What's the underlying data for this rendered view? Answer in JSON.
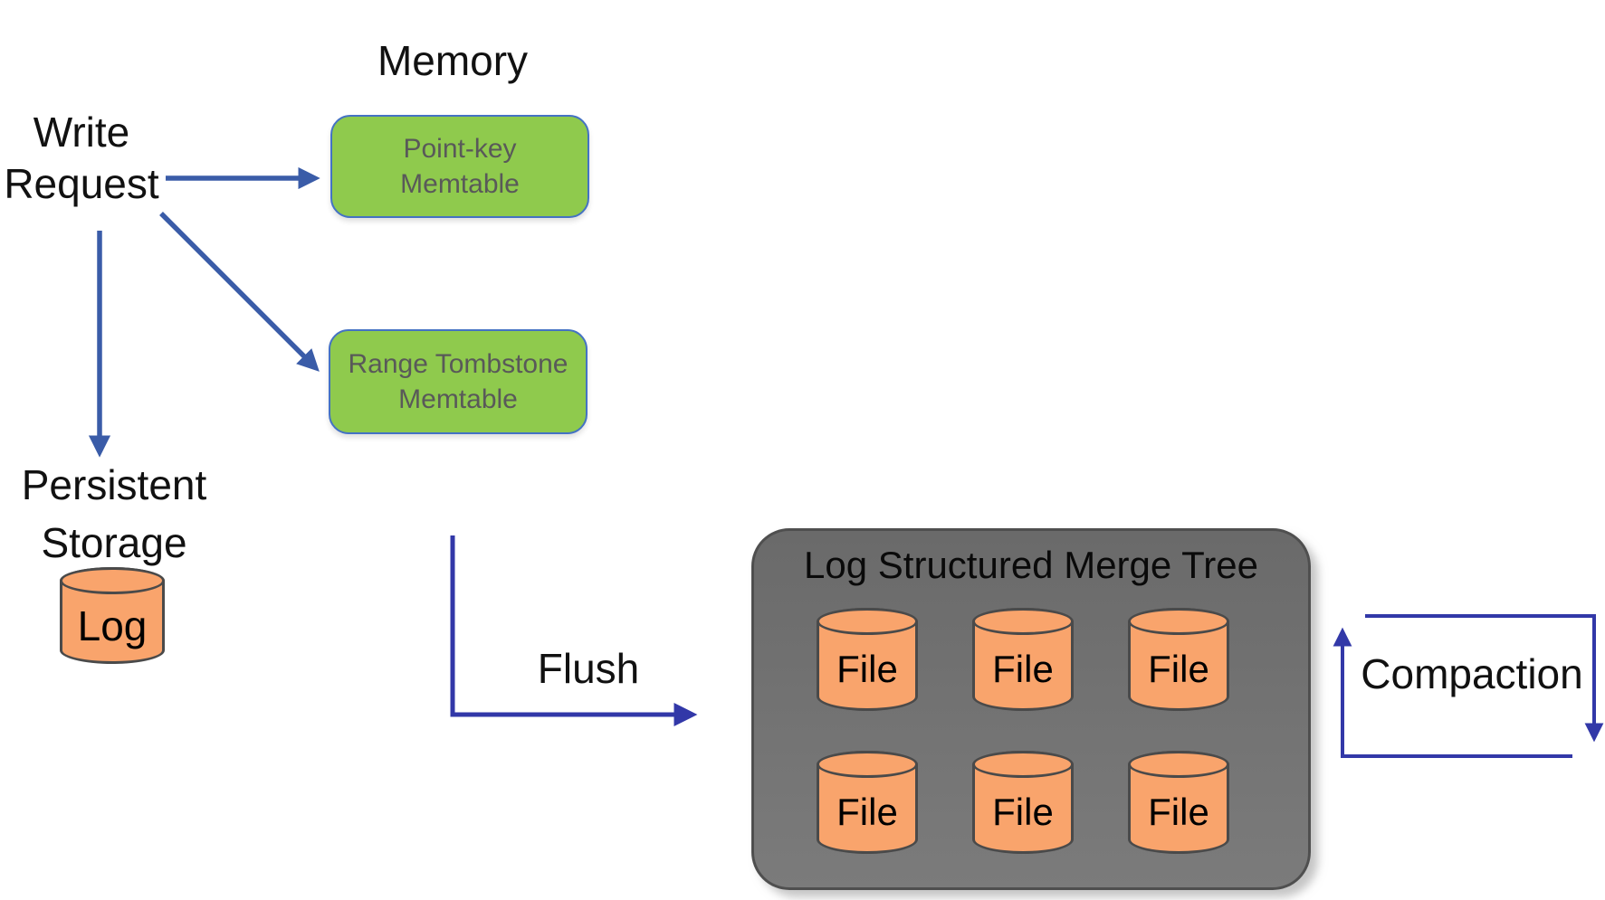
{
  "labels": {
    "memory": "Memory",
    "write_line1": "Write",
    "write_line2": "Request",
    "persistent_line1": "Persistent",
    "persistent_line2": "Storage",
    "flush": "Flush",
    "compaction": "Compaction"
  },
  "memtables": [
    {
      "line1": "Point-key",
      "line2": "Memtable"
    },
    {
      "line1": "Range Tombstone",
      "line2": "Memtable"
    }
  ],
  "storage": {
    "log_label": "Log"
  },
  "lsm_tree": {
    "title": "Log Structured Merge Tree",
    "files": [
      {
        "label": "File"
      },
      {
        "label": "File"
      },
      {
        "label": "File"
      },
      {
        "label": "File"
      },
      {
        "label": "File"
      },
      {
        "label": "File"
      }
    ]
  },
  "colors": {
    "arrow_blue": "#3A5CA8",
    "loop_indigo": "#3238A8",
    "memtable_green": "#8FCA4D",
    "memtable_border": "#4472C4",
    "memtable_text": "#595959",
    "cylinder_orange": "#F9A46C",
    "cylinder_border": "#4A4A4A",
    "lsm_gray": "#717171",
    "lsm_border": "#4F4F4F",
    "label_black": "#111111"
  }
}
